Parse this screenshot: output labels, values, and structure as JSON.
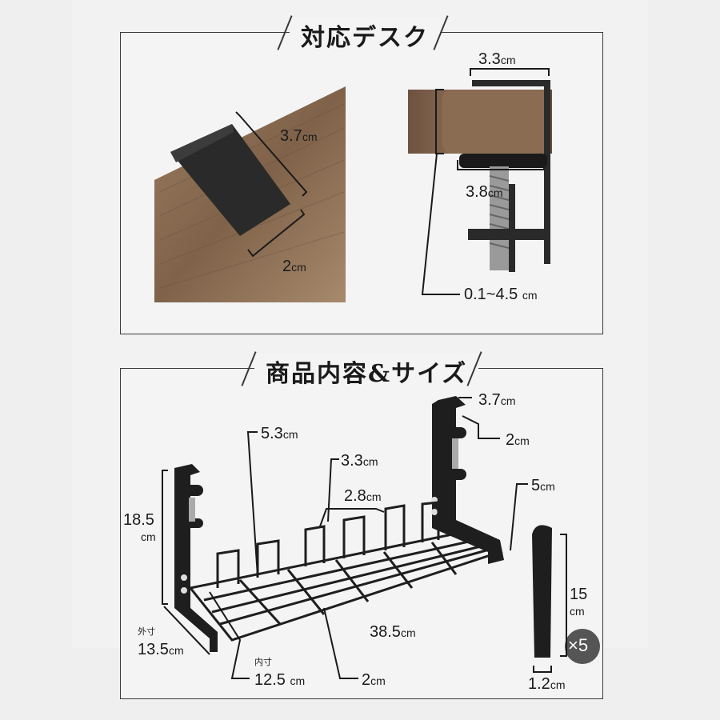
{
  "section1": {
    "title": "対応デスク",
    "clip_width": "3.7",
    "clip_depth": "2",
    "top_width": "3.3",
    "bottom_width": "3.8",
    "thickness_range": "0.1~4.5",
    "unit": "cm"
  },
  "section2": {
    "title": "商品内容&サイズ",
    "unit": "cm",
    "hook_width": "3.7",
    "hook_depth": "2",
    "divider_height": "5.3",
    "divider_pitch": "3.3",
    "divider_width": "2.8",
    "bracket_width": "5",
    "height": "18.5",
    "outer_label": "外寸",
    "outer_depth": "13.5",
    "inner_label": "内寸",
    "inner_depth": "12.5",
    "length": "38.5",
    "wire_gap": "2",
    "strap_length": "15",
    "strap_width": "1.2",
    "strap_qty": "×5"
  },
  "colors": {
    "frame": "#3a3a3a",
    "wood": "#8b6e52",
    "metal": "#1e1e1e"
  }
}
